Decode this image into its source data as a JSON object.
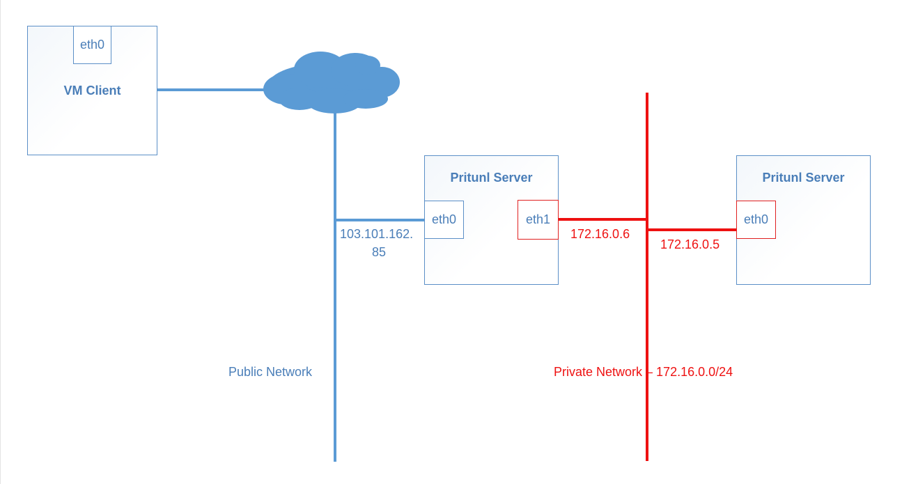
{
  "nodes": {
    "vm_client": {
      "title": "VM Client",
      "interface": "eth0"
    },
    "server_a": {
      "title": "Pritunl Server",
      "public_interface": "eth0",
      "private_interface": "eth1",
      "public_ip_line1": "103.101.162.",
      "public_ip_line2": "85",
      "private_ip": "172.16.0.6"
    },
    "server_b": {
      "title": "Pritunl Server",
      "interface": "eth0",
      "private_ip": "172.16.0.5"
    }
  },
  "networks": {
    "public": {
      "label": "Public Network",
      "color": "#5b9bd5"
    },
    "private": {
      "label": "Private Network – 172.16.0.0/24",
      "color": "#ee1111"
    }
  },
  "icons": {
    "cloud": "cloud-icon"
  }
}
